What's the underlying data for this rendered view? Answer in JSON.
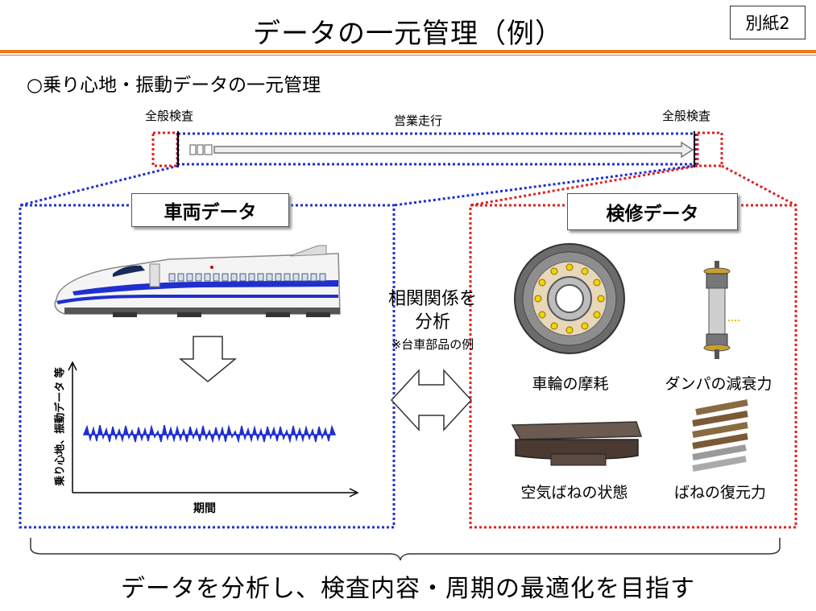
{
  "header": {
    "title": "データの一元管理（例）",
    "tag": "別紙2"
  },
  "subtitle": "○乗り心地・振動データの一元管理",
  "timeline": {
    "left_label": "全般検査",
    "center_label": "営業走行",
    "right_label": "全般検査"
  },
  "vehicle_box": {
    "title": "車両データ",
    "ylabel": "乗り心地、振動データ 等",
    "xlabel": "期間"
  },
  "center": {
    "line1": "相関関係を",
    "line2": "分析",
    "note": "※台車部品の例"
  },
  "inspection_box": {
    "title": "検修データ",
    "parts": [
      {
        "label": "車輪の摩耗",
        "icon": "wheel-icon"
      },
      {
        "label": "ダンパの減衰力",
        "icon": "damper-icon"
      },
      {
        "label": "空気ばねの状態",
        "icon": "air-spring-icon"
      },
      {
        "label": "ばねの復元力",
        "icon": "coil-spring-icon"
      }
    ]
  },
  "footer": "データを分析し、検査内容・周期の最適化を目指す",
  "colors": {
    "accent": "#e87722",
    "vehicle": "#1f2fd0",
    "inspection": "#e02020"
  }
}
